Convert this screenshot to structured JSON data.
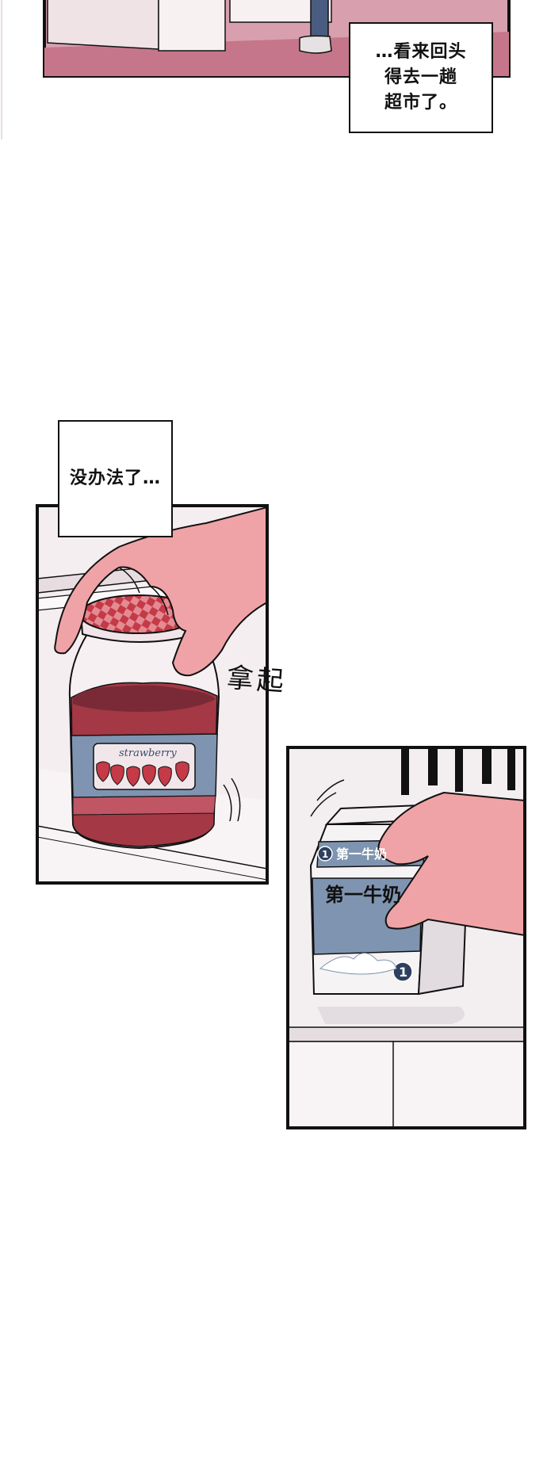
{
  "captions": {
    "top": "…看来回头\n得去一趟\n超市了。",
    "jar": "没办法了…"
  },
  "sfx": {
    "pick_up": "拿起"
  },
  "jar": {
    "label": "strawberry"
  },
  "milk": {
    "brand_small": "第一牛奶",
    "brand_large": "第一牛奶",
    "badge_number": "1"
  },
  "colors": {
    "panel_border": "#111111",
    "skin": "#f0a3a6",
    "jam_red": "#a43845",
    "label_blue": "#7f94b0",
    "floor_pink": "#c8788c",
    "checker_red": "#c43a47"
  }
}
